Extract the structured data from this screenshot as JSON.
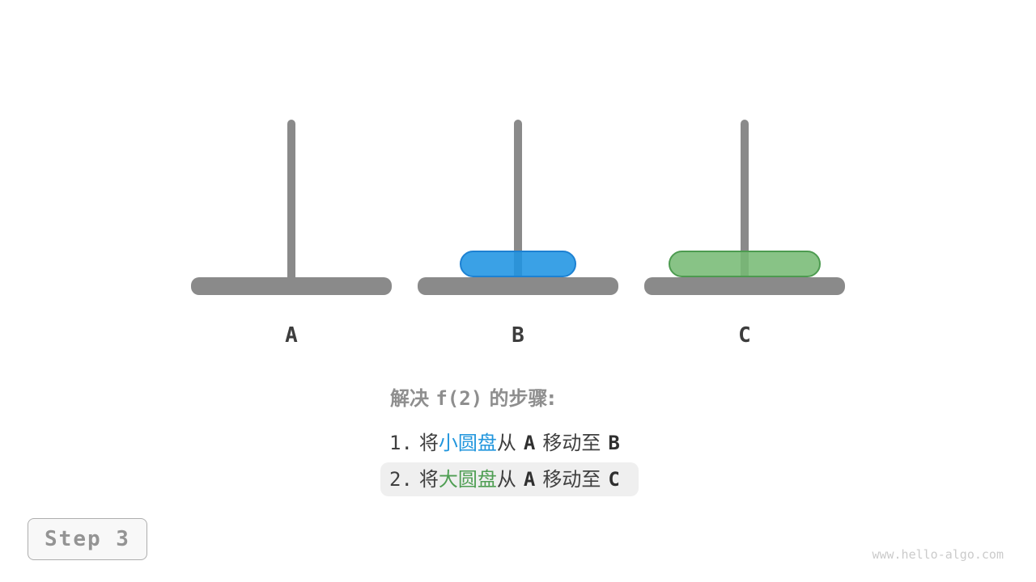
{
  "colors": {
    "pole_gray": "#8a8a8a",
    "disk_small_fill": "#47a7ec",
    "disk_small_border": "#1d81d2",
    "disk_large_fill": "#88c386",
    "disk_large_border": "#4d9b50",
    "disk_word_blue": "#2196dd",
    "disk_word_green": "#4f9e53",
    "highlight_bg": "#efefef",
    "title_gray": "#8e8e8e",
    "text_dark": "#3f3f3f"
  },
  "towers": {
    "pegs": [
      {
        "label": "A",
        "disks": []
      },
      {
        "label": "B",
        "disks": [
          "small-disk"
        ]
      },
      {
        "label": "C",
        "disks": [
          "large-disk"
        ]
      }
    ]
  },
  "instructions": {
    "title": {
      "prefix": "解决 ",
      "code": "f(2)",
      "suffix": " 的步骤:"
    },
    "steps": [
      {
        "num": "1.",
        "verb": "将",
        "disk": "小圆盘",
        "from_word": "从",
        "from": "A",
        "move_word": "移动至",
        "to": "B",
        "highlighted": false
      },
      {
        "num": "2.",
        "verb": "将",
        "disk": "大圆盘",
        "from_word": "从",
        "from": "A",
        "move_word": "移动至",
        "to": "C",
        "highlighted": true
      }
    ]
  },
  "footer": {
    "step_button": "Step 3",
    "watermark": "www.hello-algo.com"
  }
}
